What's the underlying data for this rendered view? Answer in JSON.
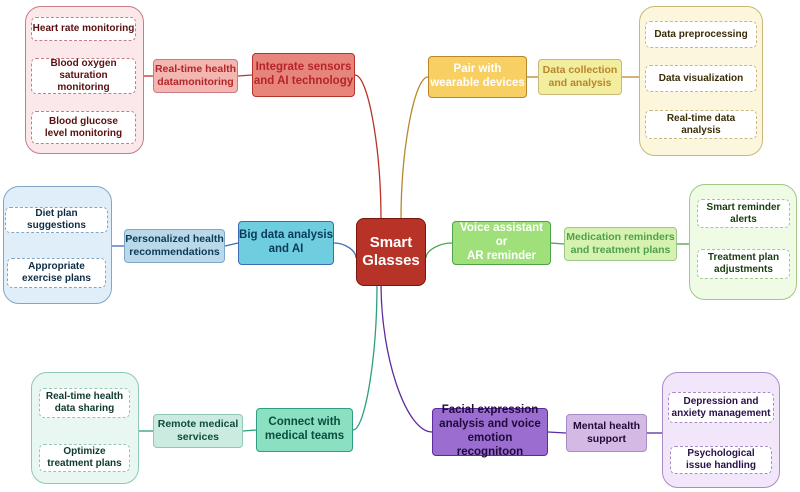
{
  "center": {
    "label": "Smart\nGlasses",
    "fill": "#b83327"
  },
  "colors": {
    "red": {
      "main": "#e8857a",
      "mid": "#f3b6b0",
      "group_bg": "#fbe8ea",
      "group_border": "#c97b86",
      "text": "#b3252a",
      "leaf_text": "#5a1010",
      "line": "#b83327"
    },
    "yellow": {
      "main": "#f7cf62",
      "mid": "#f2ee9e",
      "group_bg": "#fcf7dc",
      "group_border": "#c9b879",
      "text": "#ffffff",
      "leaf_text": "#3a2d05",
      "line": "#b8862c"
    },
    "blue": {
      "main": "#6fcde0",
      "mid": "#b9d9eb",
      "group_bg": "#e0eefa",
      "group_border": "#7ea7c9",
      "text": "#0c3a55",
      "leaf_text": "#0c2c46",
      "line": "#3b6db5"
    },
    "green": {
      "main": "#9fe07a",
      "mid": "#d6f2b0",
      "group_bg": "#effbe4",
      "group_border": "#9fc98a",
      "text": "#ffffff",
      "leaf_text": "#173d0d",
      "line": "#4da24a"
    },
    "teal": {
      "main": "#8be0c1",
      "mid": "#ccebe0",
      "group_bg": "#e8f7f1",
      "group_border": "#8ec9b1",
      "text": "#0c4d3e",
      "leaf_text": "#0d3a2f",
      "line": "#2f9d7f"
    },
    "purple": {
      "main": "#9b6dd0",
      "mid": "#d4b9e4",
      "group_bg": "#f2e7fa",
      "group_border": "#a98bc9",
      "text": "#1f0a3a",
      "leaf_text": "#2a0f4a",
      "line": "#5b2c9f"
    }
  },
  "branches": [
    {
      "id": "red",
      "main": "Integrate sensors\nand AI technology",
      "mid": "Real-time health\ndatamonitoring",
      "leaves": [
        "Heart rate monitoring",
        "Blood oxygen\nsaturation monitoring",
        "Blood glucose\nlevel monitoring"
      ]
    },
    {
      "id": "yellow",
      "main": "Pair with\nwearable devices",
      "mid": "Data collection\nand analysis",
      "leaves": [
        "Data preprocessing",
        "Data visualization",
        "Real-time data analysis"
      ]
    },
    {
      "id": "blue",
      "main": "Big data analysis\nand AI",
      "mid": "Personalized health\nrecommendations",
      "leaves": [
        "Diet plan suggestions",
        "Appropriate\nexercise plans"
      ]
    },
    {
      "id": "green",
      "main": "Voice assistant or\nAR reminder",
      "mid": "Medication reminders\nand treatment plans",
      "leaves": [
        "Smart reminder\nalerts",
        "Treatment plan\nadjustments"
      ]
    },
    {
      "id": "teal",
      "main": "Connect with\nmedical teams",
      "mid": "Remote medical\nservices",
      "leaves": [
        "Real-time health\ndata sharing",
        "Optimize\ntreatment plans"
      ]
    },
    {
      "id": "purple",
      "main": "Facial expression\nanalysis and voice\nemotion recognitoon",
      "mid": "Mental health\nsupport",
      "leaves": [
        "Depression and\nanxiety management",
        "Psychological\nissue handling"
      ]
    }
  ]
}
